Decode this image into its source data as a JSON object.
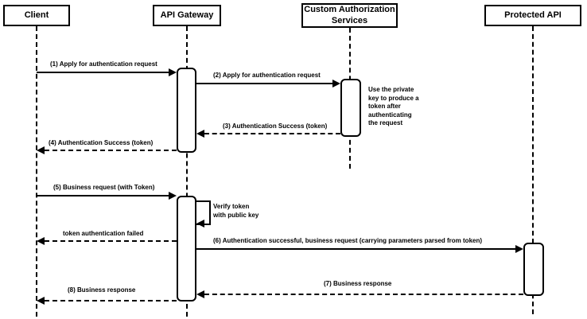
{
  "diagram": {
    "type": "sequence-diagram",
    "participants": [
      {
        "id": "client",
        "label": "Client"
      },
      {
        "id": "api-gateway",
        "label": "API Gateway"
      },
      {
        "id": "custom-authorization-services",
        "label": "Custom Authorization\nServices"
      },
      {
        "id": "protected-api",
        "label": "Protected API"
      }
    ],
    "messages": [
      {
        "seq": "1",
        "label": "(1) Apply for authentication request",
        "from": "Client",
        "to": "API Gateway",
        "line": "solid"
      },
      {
        "seq": "2",
        "label": "(2) Apply for authentication request",
        "from": "API Gateway",
        "to": "Custom Authorization Services",
        "line": "solid"
      },
      {
        "seq": "3",
        "label": "(3) Authentication Success (token)",
        "from": "Custom Authorization Services",
        "to": "API Gateway",
        "line": "dashed"
      },
      {
        "seq": "4",
        "label": "(4) Authentication Success (token)",
        "from": "API Gateway",
        "to": "Client",
        "line": "dashed"
      },
      {
        "seq": "5",
        "label": "(5) Business request (with Token)",
        "from": "Client",
        "to": "API Gateway",
        "line": "solid"
      },
      {
        "seq": "",
        "label": "Verify token\nwith public key",
        "from": "API Gateway",
        "to": "API Gateway",
        "line": "self"
      },
      {
        "seq": "",
        "label": "token authentication failed",
        "from": "API Gateway",
        "to": "Client",
        "line": "dashed"
      },
      {
        "seq": "6",
        "label": "(6) Authentication successful, business request (carrying parameters parsed from token)",
        "from": "API Gateway",
        "to": "Protected API",
        "line": "solid"
      },
      {
        "seq": "7",
        "label": "(7) Business response",
        "from": "Protected API",
        "to": "API Gateway",
        "line": "dashed"
      },
      {
        "seq": "8",
        "label": "(8) Business response",
        "from": "API Gateway",
        "to": "Client",
        "line": "dashed"
      }
    ],
    "note": {
      "attached_to": "Custom Authorization Services",
      "label": "Use the private\nkey to produce a\ntoken after\nauthenticating\nthe request"
    },
    "colors": {
      "line": "#000000",
      "fill": "#ffffff",
      "background": "#ffffff",
      "text": "#000000"
    }
  }
}
